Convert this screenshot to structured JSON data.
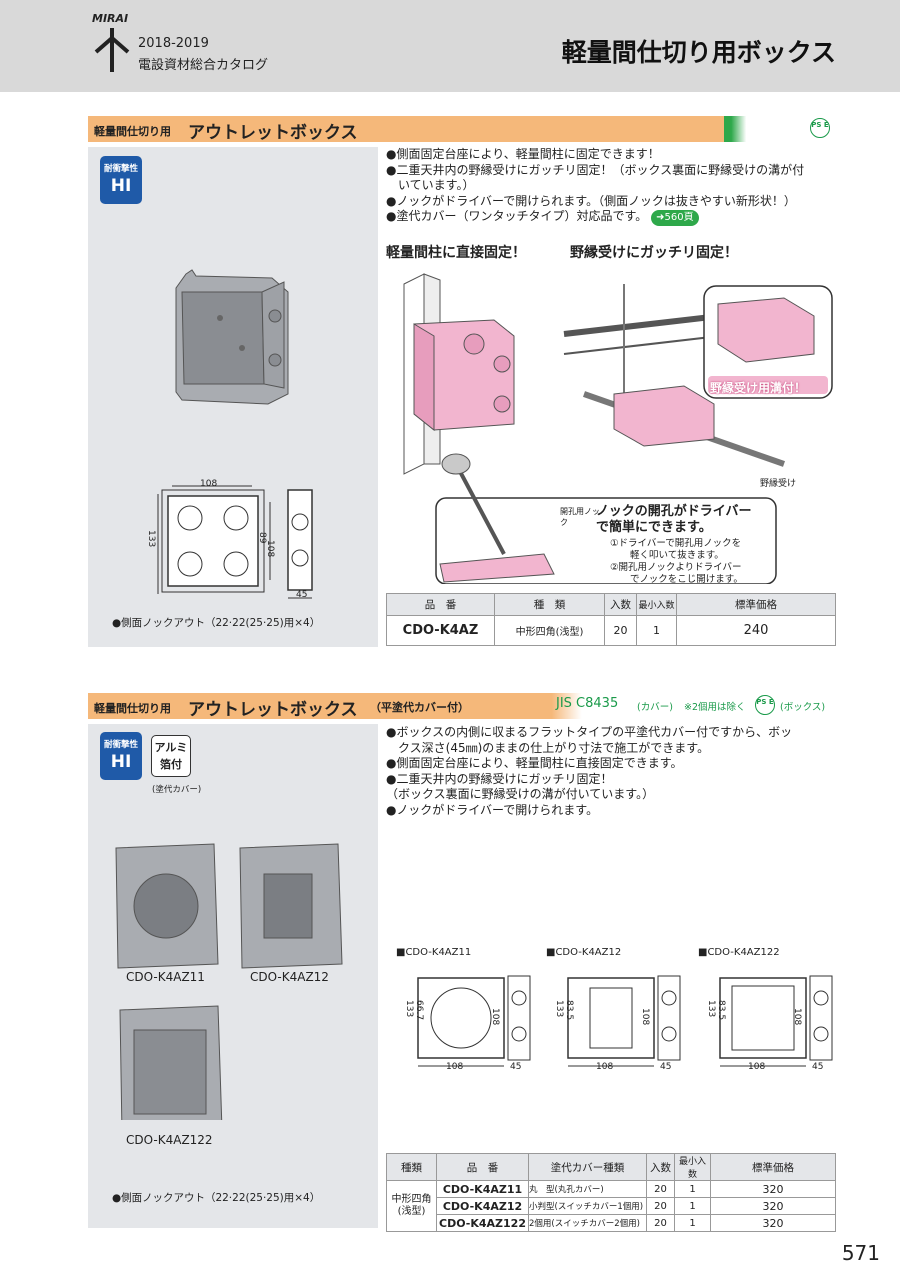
{
  "header": {
    "brand": "MIRAI",
    "year": "2018-2019",
    "catalog": "電設資材総合カタログ",
    "title": "軽量間仕切り用ボックス"
  },
  "section1": {
    "prefix": "軽量間仕切り用",
    "title": "アウトレットボックス",
    "pse_mark": "PS E",
    "badge_top": "耐衝撃性",
    "badge_val": "HI",
    "bullets": [
      "●側面固定台座により、軽量間柱に固定できます！",
      "●二重天井内の野縁受けにガッチリ固定！（ボックス裏面に野縁受けの溝が付",
      "　いています。）",
      "●ノックがドライバーで開けられます。（側面ノックは抜きやすい新形状！）",
      "●塗代カバー（ワンタッチタイプ）対応品です。"
    ],
    "page_ref": "560頁",
    "sub1": "軽量間柱に直接固定！",
    "sub2": "野縁受けにガッチリ固定！",
    "callout_label": "野縁受け用溝付！",
    "nobuchi_label": "野縁受け",
    "knock_title1": "ノックの開孔がドライバー",
    "knock_title2": "で簡単にできます。",
    "knock_step1a": "①ドライバーで開孔用ノックを",
    "knock_step1b": "軽く叩いて抜きます。",
    "knock_step2a": "②開孔用ノックよりドライバー",
    "knock_step2b": "でノックをこじ開けます。",
    "knock_small": "開孔用ノック",
    "dims": {
      "w": "108",
      "h": "133",
      "d1": "89",
      "d2": "108",
      "side": "45"
    },
    "note": "●側面ノックアウト（22·22(25·25)用×4）",
    "table": {
      "headers": [
        "品　番",
        "種　類",
        "入数",
        "最小入数",
        "標準価格"
      ],
      "row": {
        "code": "CDO-K4AZ",
        "type": "中形四角(浅型)",
        "qty": "20",
        "min": "1",
        "price": "240"
      }
    }
  },
  "section2": {
    "prefix": "軽量間仕切り用",
    "title": "アウトレットボックス",
    "suffix": "（平塗代カバー付）",
    "jis": "JIS C8435",
    "jis_note1": "(カバー)",
    "jis_note2": "※2個用は除く",
    "jis_note3": "(ボックス)",
    "pse_mark": "PS E",
    "badge_top": "耐衝撃性",
    "badge_val": "HI",
    "alu_badge": "アルミ箔付",
    "alu_note": "(塗代カバー)",
    "bullets": [
      "●ボックスの内側に収まるフラットタイプの平塗代カバー付ですから、ボッ",
      "　クス深さ(45㎜)のままの仕上がり寸法で施工ができます。",
      "●側面固定台座により、軽量間柱に直接固定できます。",
      "●二重天井内の野縁受けにガッチリ固定！",
      "（ボックス裏面に野縁受けの溝が付いています。）",
      "●ノックがドライバーで開けられます。"
    ],
    "photo_labels": [
      "CDO-K4AZ11",
      "CDO-K4AZ12",
      "CDO-K4AZ122"
    ],
    "drawings": [
      {
        "title": "■CDO-K4AZ11",
        "h": "133",
        "m": "66.7",
        "d": "108",
        "w": "108",
        "s": "45"
      },
      {
        "title": "■CDO-K4AZ12",
        "h": "133",
        "m": "83.5",
        "d": "108",
        "w": "108",
        "s": "45"
      },
      {
        "title": "■CDO-K4AZ122",
        "h": "133",
        "m": "83.5",
        "d": "108",
        "w": "108",
        "s": "45"
      }
    ],
    "note": "●側面ノックアウト（22·22(25·25)用×4）",
    "table": {
      "headers": [
        "種類",
        "品　番",
        "塗代カバー種類",
        "入数",
        "最小入数",
        "標準価格"
      ],
      "type_label": "中形四角(浅型)",
      "rows": [
        {
          "code": "CDO-K4AZ11",
          "cover": "丸　型(丸孔カバー)",
          "qty": "20",
          "min": "1",
          "price": "320"
        },
        {
          "code": "CDO-K4AZ12",
          "cover": "小判型(スイッチカバー1個用)",
          "qty": "20",
          "min": "1",
          "price": "320"
        },
        {
          "code": "CDO-K4AZ122",
          "cover": "2個用(スイッチカバー2個用)",
          "qty": "20",
          "min": "1",
          "price": "320"
        }
      ]
    }
  },
  "page_number": "571",
  "colors": {
    "orange": "#f5b87a",
    "green": "#2ea84a",
    "blue": "#1f5aa8",
    "pink": "#f2b5cf",
    "grey": "#e4e6e9"
  }
}
